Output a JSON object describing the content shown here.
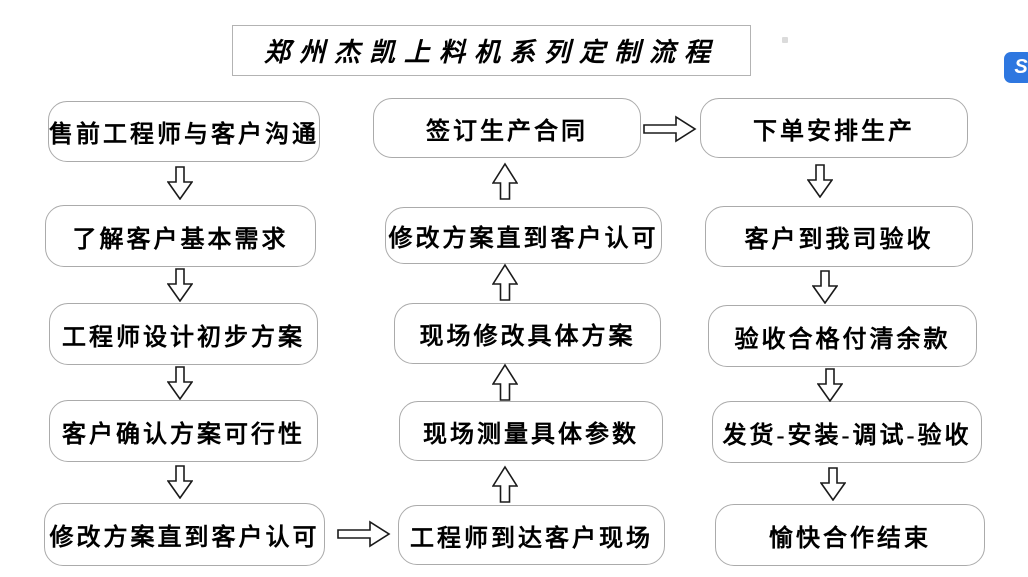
{
  "title": "郑州杰凯上料机系列定制流程",
  "flowchart": {
    "left_column": {
      "direction": "down",
      "steps": [
        "售前工程师与客户沟通",
        "了解客户基本需求",
        "工程师设计初步方案",
        "客户确认方案可行性",
        "修改方案直到客户认可"
      ]
    },
    "middle_column": {
      "direction": "up",
      "steps": [
        "签订生产合同",
        "修改方案直到客户认可",
        "现场修改具体方案",
        "现场测量具体参数",
        "工程师到达客户现场"
      ]
    },
    "right_column": {
      "direction": "down",
      "steps": [
        "下单安排生产",
        "客户到我司验收",
        "验收合格付清余款",
        "发货-安装-调试-验收",
        "愉快合作结束"
      ]
    },
    "cross_links": [
      {
        "from": "修改方案直到客户认可",
        "to": "工程师到达客户现场",
        "direction": "right"
      },
      {
        "from": "签订生产合同",
        "to": "下单安排生产",
        "direction": "right"
      }
    ]
  },
  "overlay": {
    "badge_glyph": "S",
    "badge_color": "#2e77e0"
  },
  "colors": {
    "background": "#ffffff",
    "box_border": "#ababab",
    "text": "#000000"
  }
}
